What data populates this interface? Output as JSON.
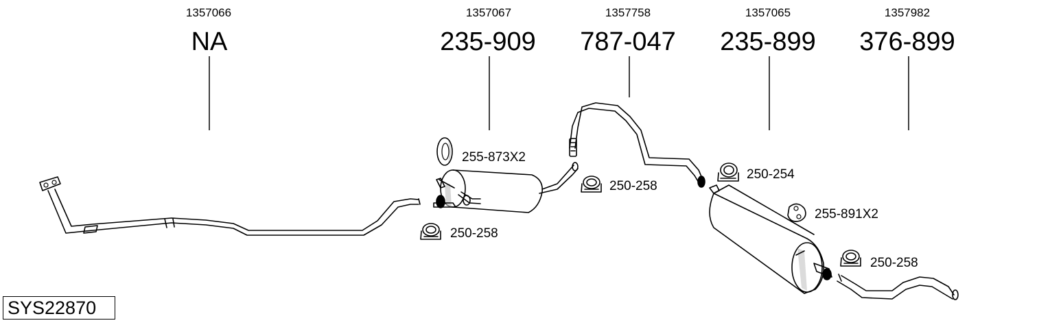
{
  "system_code": "SYS22870",
  "columns": [
    {
      "ref": "1357066",
      "part": "NA"
    },
    {
      "ref": "1357067",
      "part": "235-909"
    },
    {
      "ref": "1357758",
      "part": "787-047"
    },
    {
      "ref": "1357065",
      "part": "235-899"
    },
    {
      "ref": "1357982",
      "part": "376-899"
    }
  ],
  "fittings": [
    {
      "label": "255-873X2",
      "icon": "rubber-hanger-icon"
    },
    {
      "label": "250-258",
      "icon": "pipe-clamp-icon"
    },
    {
      "label": "250-258",
      "icon": "pipe-clamp-icon"
    },
    {
      "label": "250-254",
      "icon": "pipe-clamp-icon"
    },
    {
      "label": "255-891X2",
      "icon": "rubber-mount-icon"
    },
    {
      "label": "250-258",
      "icon": "pipe-clamp-icon"
    }
  ],
  "colors": {
    "line": "#000000",
    "shade": "#bdbdbd",
    "background": "#ffffff"
  }
}
